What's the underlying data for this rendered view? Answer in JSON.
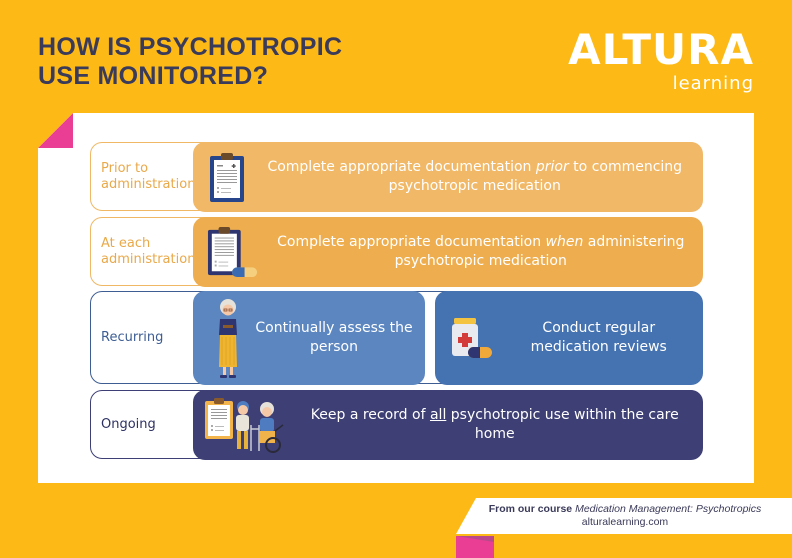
{
  "header": {
    "title_line1": "HOW IS PSYCHOTROPIC",
    "title_line2": "USE MONITORED?"
  },
  "logo": {
    "main": "ALTURA",
    "sub": "learning"
  },
  "colors": {
    "background": "#FDBA16",
    "title_text": "#3A3A5A",
    "pink_accent": "#E93E93",
    "row1_fill": "#F1B867",
    "row2_fill": "#EEAE4F",
    "row3_fill_left": "#5B86C0",
    "row3_fill_right": "#4572B0",
    "row4_fill": "#3D3F75",
    "orange_border": "#F0B865",
    "blue_border": "#3E5E93",
    "navy_border": "#3D3F75"
  },
  "rows": [
    {
      "label": "Prior to administration",
      "icon": "clipboard-icon",
      "text_before": "Complete appropriate documentation ",
      "text_emph": "prior",
      "text_after": " to commencing psychotropic medication"
    },
    {
      "label": "At each administration",
      "icon": "clipboard-pill-icon",
      "text_before": "Complete appropriate documentation ",
      "text_emph": "when",
      "text_after": " administering psychotropic medication"
    },
    {
      "label": "Recurring",
      "items": [
        {
          "icon": "elderly-woman-icon",
          "text": "Continually assess the person"
        },
        {
          "icon": "medicine-bottle-icon",
          "text": "Conduct regular medication reviews"
        }
      ]
    },
    {
      "label": "Ongoing",
      "icon": "elderly-couple-clipboard-icon",
      "text_before": "Keep a record of ",
      "text_underline": "all",
      "text_after": " psychotropic use within the care home"
    }
  ],
  "footer": {
    "prefix": "From our course ",
    "course": "Medication Management: Psychotropics",
    "website": "alturalearning.com"
  }
}
